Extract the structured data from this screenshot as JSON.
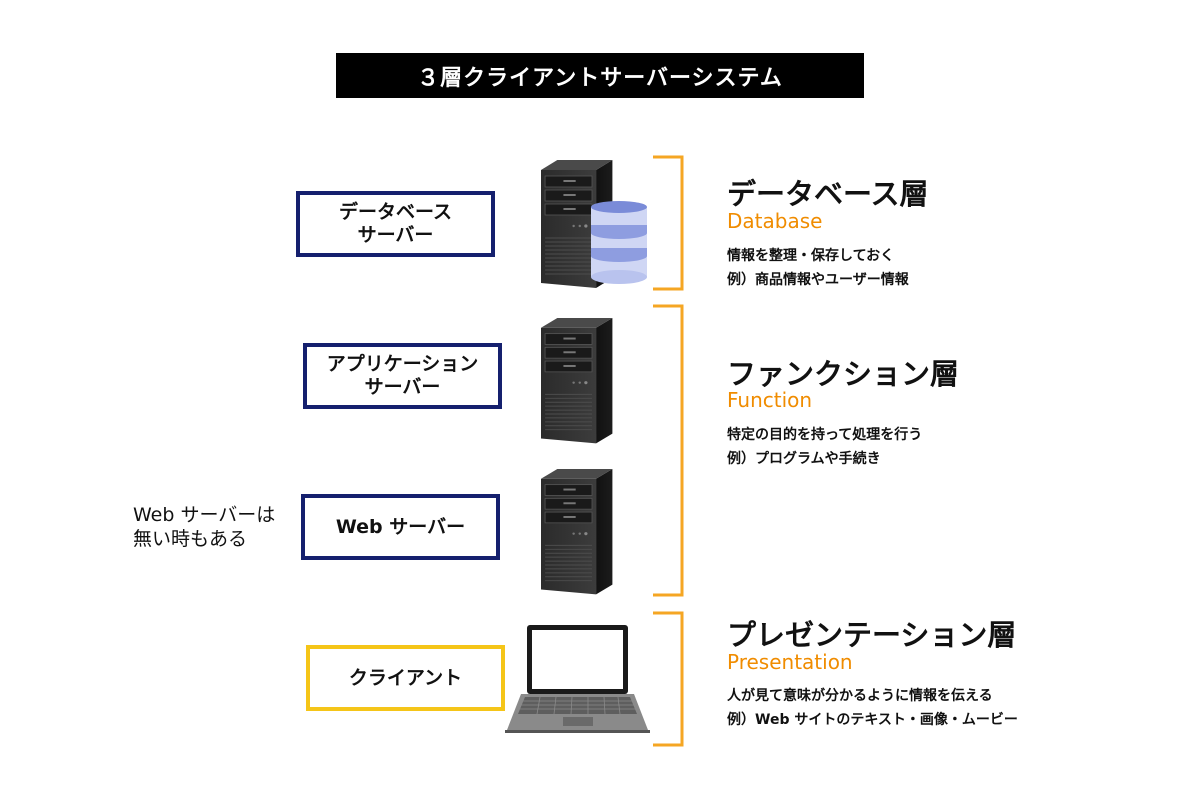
{
  "title": "３層クライアントサーバーシステム",
  "boxes": {
    "database_server": [
      "データベース",
      "サーバー"
    ],
    "application_server": [
      "アプリケーション",
      "サーバー"
    ],
    "web_server": "Web サーバー",
    "client": "クライアント"
  },
  "note": [
    "Web サーバーは",
    "無い時もある"
  ],
  "layers": {
    "database": {
      "title": "データベース層",
      "english": "Database",
      "desc": [
        "情報を整理・保存しておく",
        "例）商品情報やユーザー情報"
      ]
    },
    "function": {
      "title": "ファンクション層",
      "english": "Function",
      "desc": [
        "特定の目的を持って処理を行う",
        "例）プログラムや手続き"
      ]
    },
    "presentation": {
      "title": "プレゼンテーション層",
      "english": "Presentation",
      "desc": [
        "人が見て意味が分かるように情報を伝える",
        "例）Web サイトのテキスト・画像・ムービー"
      ]
    }
  },
  "colors": {
    "box_border_navy": "#15206e",
    "box_border_yellow": "#f5c518",
    "bracket_orange": "#f5a623",
    "english_label_orange": "#f08c00",
    "database_cylinder_blue": "#8e9de0"
  }
}
